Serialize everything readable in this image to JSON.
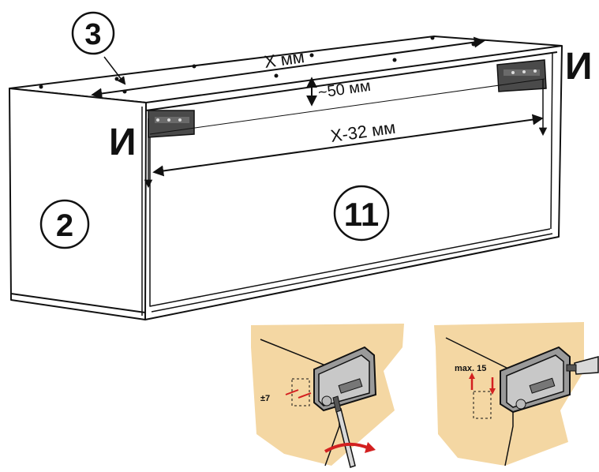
{
  "labels": {
    "dim_x": "X мм",
    "dim_50": "~50 мм",
    "dim_x32": "X-32 мм",
    "part_3": "3",
    "part_2": "2",
    "part_11": "11",
    "hinge_left": "И",
    "hinge_right": "И",
    "adj_depth": "±7",
    "adj_height": "max. 15"
  },
  "colors": {
    "line": "#111111",
    "panel_edge": "#f2f2f2",
    "hinge": "#4a4a4a",
    "wood": "#f4d7a3",
    "wood_dark": "#e9c27e",
    "accent_red": "#d32020",
    "metal": "#9a9a9a"
  },
  "icons": [
    "screwdriver-icon",
    "rotate-arrow-icon",
    "hinge-plate-icon"
  ]
}
